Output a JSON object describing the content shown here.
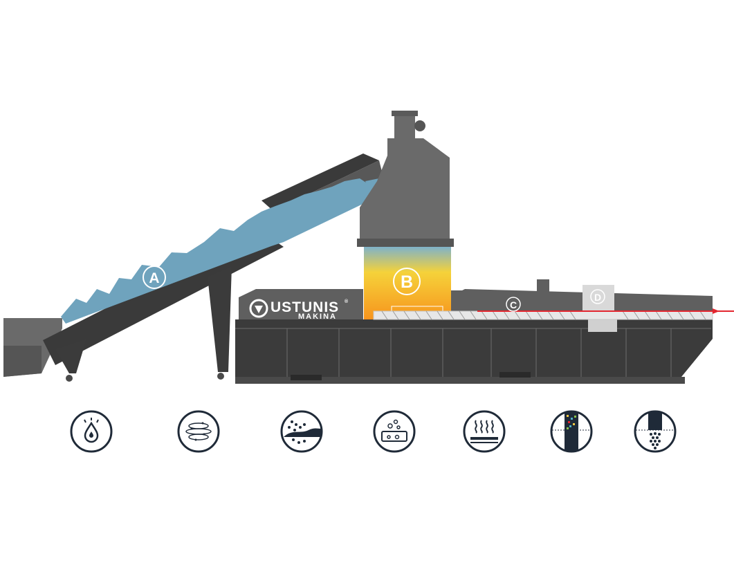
{
  "brand": {
    "name": "USTUNIS",
    "registered": "®",
    "subtitle": "MAKINA"
  },
  "stages": {
    "a": "A",
    "b": "B",
    "c": "C",
    "d": "D"
  },
  "colors": {
    "machine_body": "#5f5f5f",
    "machine_dark": "#3b3b3b",
    "material_blue": "#6fa3bd",
    "heat_orange": "#f7941d",
    "heat_yellow": "#f5c842",
    "laser_red": "#e3262f",
    "icon_navy": "#1f2a38"
  },
  "process_icons": [
    {
      "icon": "water-drop-icon"
    },
    {
      "icon": "swirl-air-icon"
    },
    {
      "icon": "granule-pile-icon"
    },
    {
      "icon": "bubbles-container-icon"
    },
    {
      "icon": "heating-plate-icon"
    },
    {
      "icon": "colored-filter-icon"
    },
    {
      "icon": "pellet-column-icon"
    }
  ]
}
